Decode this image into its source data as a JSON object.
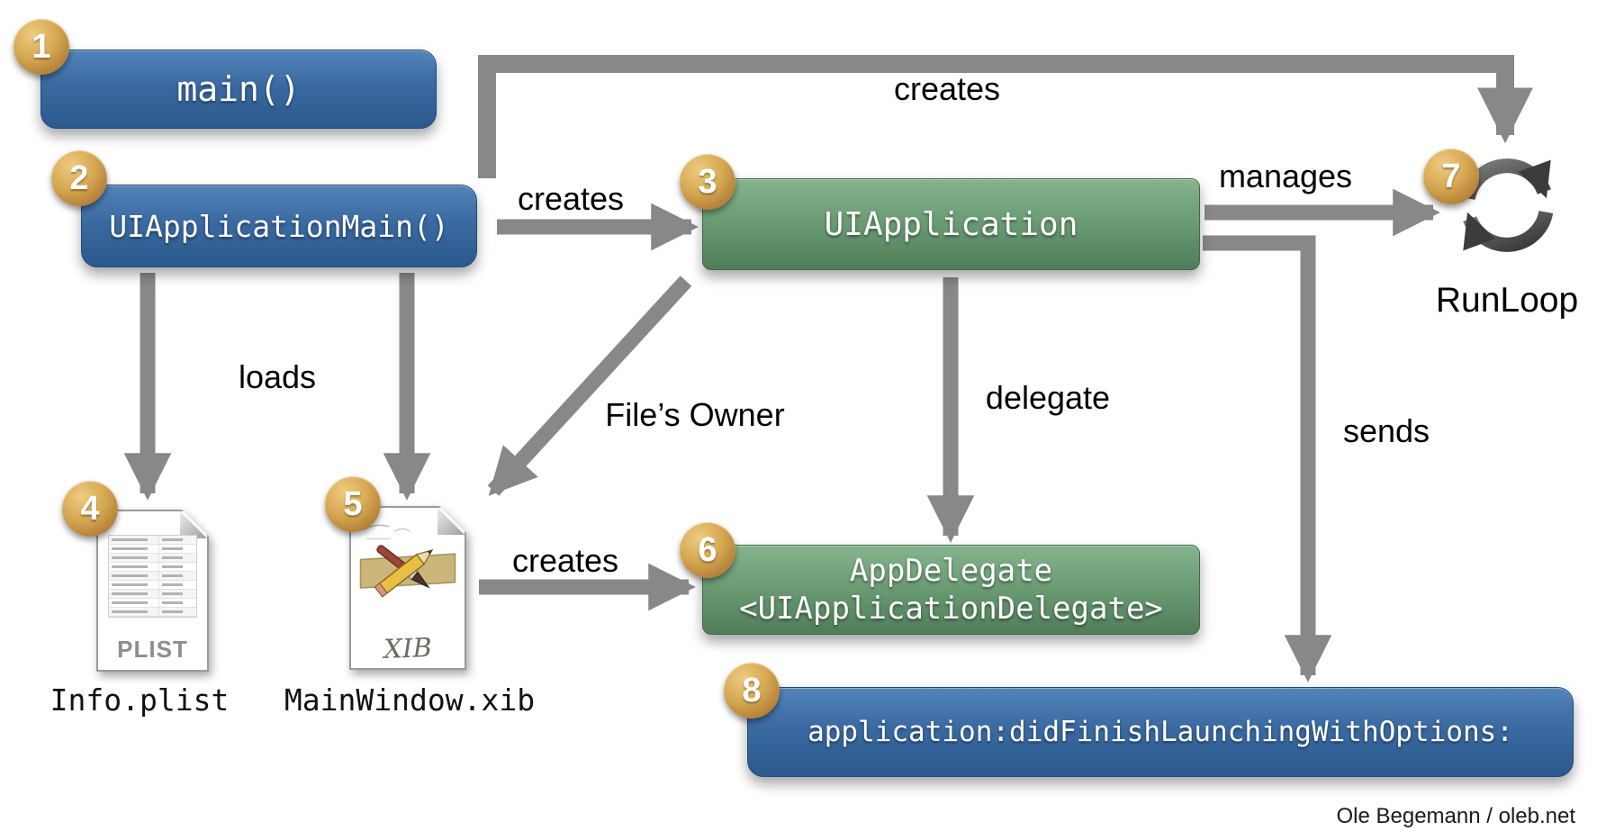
{
  "nodes": {
    "main": {
      "badge": "1",
      "label": "main()"
    },
    "ui_application_main": {
      "badge": "2",
      "label": "UIApplicationMain()"
    },
    "ui_application": {
      "badge": "3",
      "label": "UIApplication"
    },
    "info_plist": {
      "badge": "4",
      "doc_text": "PLIST",
      "caption": "Info.plist"
    },
    "main_window_xib": {
      "badge": "5",
      "doc_text": "XIB",
      "caption": "MainWindow.xib"
    },
    "app_delegate": {
      "badge": "6",
      "line1": "AppDelegate",
      "line2": "<UIApplicationDelegate>"
    },
    "run_loop": {
      "badge": "7",
      "caption": "RunLoop"
    },
    "did_finish": {
      "badge": "8",
      "label": "application:didFinishLaunchingWithOptions:"
    }
  },
  "edges": {
    "creates_top": "creates",
    "creates_uiapp": "creates",
    "loads": "loads",
    "files_owner": "File’s Owner",
    "delegate": "delegate",
    "manages": "manages",
    "sends": "sends",
    "creates_xib": "creates"
  },
  "icons": {
    "run_loop": "circular-arrows-icon",
    "info_plist": "plist-document-icon",
    "main_window_xib": "xib-document-icon"
  },
  "colors": {
    "blue_box": "#33639b",
    "green_box": "#5e9168",
    "badge_gold": "#c9973f",
    "arrow_gray": "#8a8a8a"
  },
  "credit": "Ole Begemann / oleb.net"
}
